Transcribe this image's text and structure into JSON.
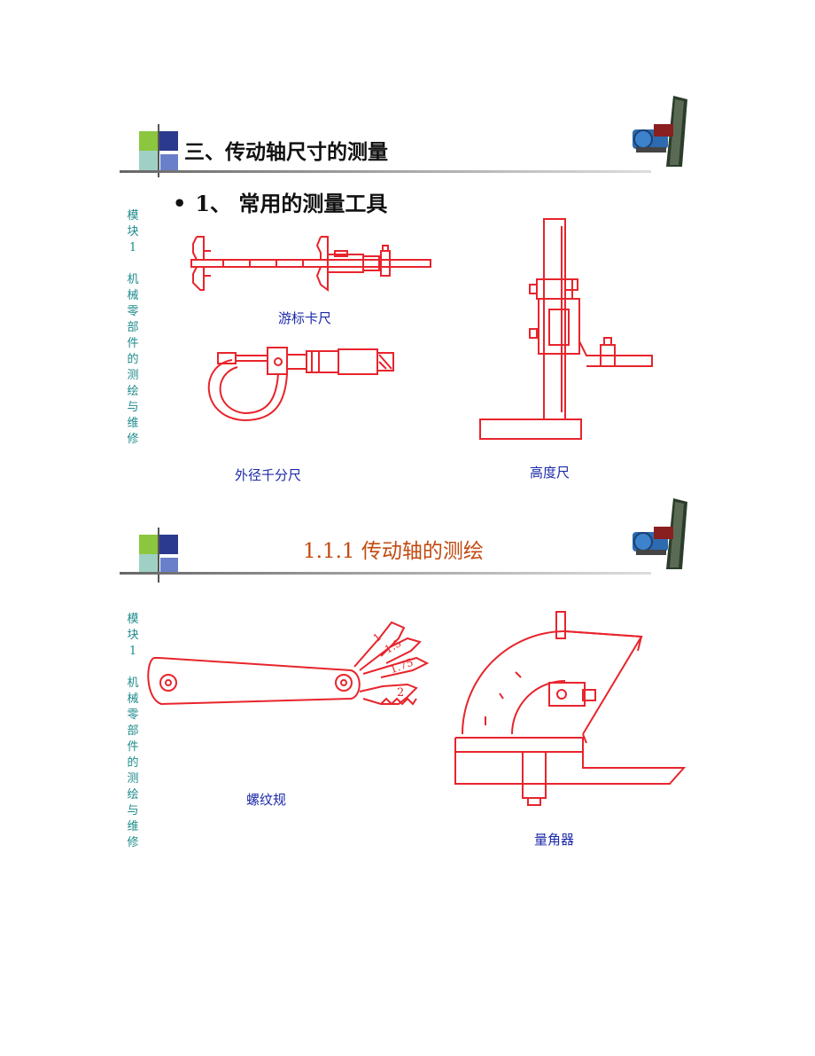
{
  "slide1": {
    "title": "三、传动轴尺寸的测量",
    "subheading": "1、  常用的测量工具",
    "bullet": "•",
    "side_label": [
      "模",
      "块",
      "1",
      "",
      "机",
      "械",
      "零",
      "部",
      "件",
      "的",
      "测",
      "绘",
      "与",
      "维",
      "修"
    ],
    "captions": {
      "vernier": "游标卡尺",
      "micrometer": "外径千分尺",
      "height_gauge": "高度尺"
    }
  },
  "slide2": {
    "title": "1.1.1   传动轴的测绘",
    "side_label": [
      "模",
      "块",
      "1",
      "",
      "机",
      "械",
      "零",
      "部",
      "件",
      "的",
      "测",
      "绘",
      "与",
      "维",
      "修"
    ],
    "captions": {
      "thread_gauge": "螺纹规",
      "protractor": "量角器"
    },
    "thread_gauge_marks": [
      "1",
      "1.5",
      "1.75",
      "2"
    ]
  },
  "colors": {
    "drawing": "#e8242c",
    "caption": "#1c2aa8",
    "side_label": "#1e8a8a",
    "title_orange": "#c24a10",
    "square_green": "#8cc63f",
    "square_blue": "#2b3a8f",
    "square_teal": "#9fd0c4"
  }
}
